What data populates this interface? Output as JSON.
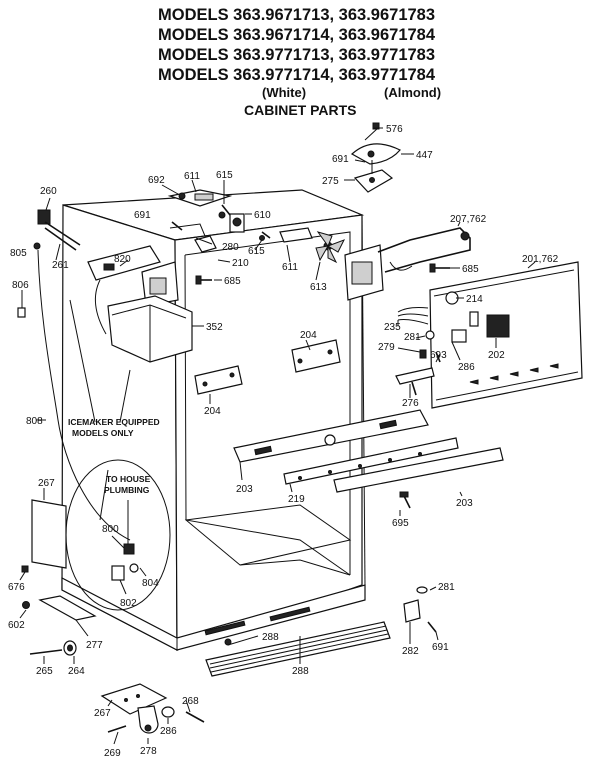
{
  "header": {
    "lines": [
      "MODELS 363.9671713, 363.9671783",
      "MODELS 363.9671714, 363.9671784",
      "MODELS 363.9771713, 363.9771783",
      "MODELS 363.9771714, 363.9771784"
    ],
    "white": "(White)",
    "almond": "(Almond)",
    "section": "CABINET PARTS"
  },
  "notes": {
    "icemaker": [
      "ICEMAKER EQUIPPED",
      "MODELS ONLY"
    ],
    "house": [
      "TO HOUSE",
      "PLUMBING"
    ]
  },
  "part_labels": [
    "576",
    "447",
    "691",
    "275",
    "692",
    "611",
    "615",
    "610",
    "691",
    "280",
    "210",
    "615",
    "611",
    "613",
    "207,762",
    "685",
    "201,762",
    "260",
    "820",
    "805",
    "261",
    "685",
    "214",
    "806",
    "352",
    "235",
    "281",
    "279",
    "693",
    "286",
    "202",
    "204",
    "204",
    "276",
    "808",
    "203",
    "219",
    "203",
    "267",
    "695",
    "800",
    "804",
    "802",
    "676",
    "602",
    "281",
    "277",
    "288",
    "282",
    "691",
    "265",
    "264",
    "288",
    "267",
    "268",
    "286",
    "269",
    "278"
  ]
}
